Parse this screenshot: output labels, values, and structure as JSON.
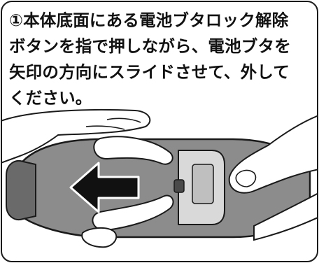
{
  "instruction": {
    "line1": "①本体底面にある電池ブタロック解除",
    "line2": "ボタンを指で押しながら、電池ブタを",
    "line3": "矢印の方向にスライドさせて、外して",
    "line4": "ください。"
  },
  "illustration": {
    "arrow_icon": "arrow-left",
    "colors": {
      "device_body": "#8c8c8c",
      "device_dark": "#6a6a6a",
      "arrow": "#111111",
      "hand_fill": "#ffffff",
      "outline": "#1a1a1a"
    }
  }
}
